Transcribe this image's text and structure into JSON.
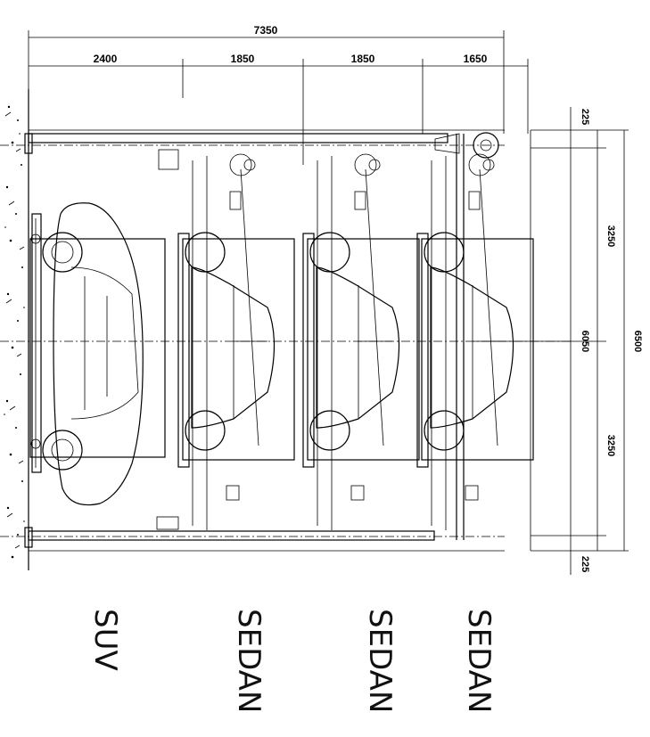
{
  "dimensions": {
    "top_total": "7350",
    "top_segments": [
      "2400",
      "1850",
      "1850",
      "1650"
    ],
    "right_offset_top": "225",
    "right_offset_bottom": "225",
    "right_half_top": "3250",
    "right_half_bottom": "3250",
    "right_inner": "6050",
    "right_total": "6500"
  },
  "vehicle_labels": [
    "SUV",
    "SEDAN",
    "SEDAN",
    "SEDAN"
  ]
}
